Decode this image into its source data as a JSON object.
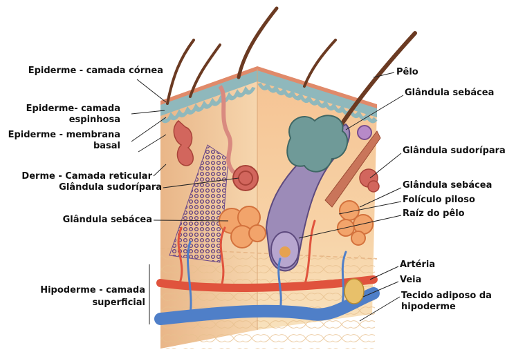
{
  "diagram": {
    "labels_left": {
      "cornea": "Epiderme - camada córnea",
      "espinhosa_1": "Epiderme- camada",
      "espinhosa_2": "espinhosa",
      "basal_1": "Epiderme - membrana",
      "basal_2": "basal",
      "reticular": "Derme - Camada reticular",
      "sudoripara": "Glândula sudorípara",
      "sebacea": "Glândula sebácea",
      "hipoderme_1": "Hipoderme - camada",
      "hipoderme_2": "superficial"
    },
    "labels_right": {
      "pelo": "Pêlo",
      "sebacea_top": "Glândula sebácea",
      "sudoripara": "Glândula sudorípara",
      "sebacea_mid": "Glândula sebácea",
      "foliculo": "Folículo piloso",
      "raiz": "Raíz do pêlo",
      "arteria": "Artéria",
      "veia": "Veia",
      "adiposo_1": "Tecido adiposo da",
      "adiposo_2": "hipoderme"
    },
    "colors": {
      "epidermis": "#8fb8bc",
      "dermis": "#f3c79c",
      "hypodermis": "#f7dfb4",
      "artery": "#e0533d",
      "vein": "#4f7fc8",
      "hair": "#6b3a22",
      "gland_sweat": "#d2665d",
      "gland_sebaceous": "#6f9a98",
      "nerve_network": "#6d4b8a"
    }
  }
}
